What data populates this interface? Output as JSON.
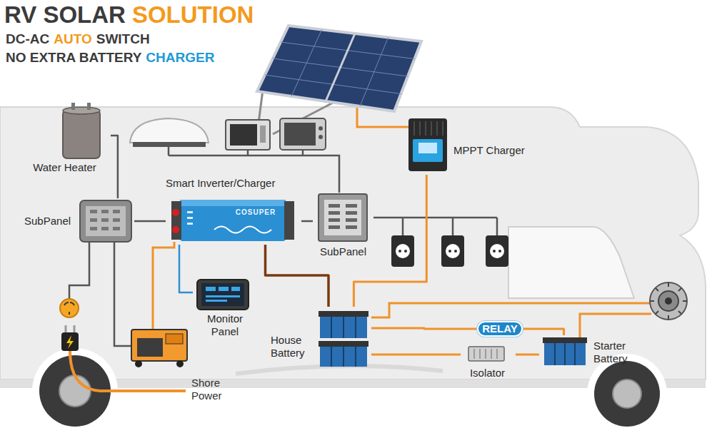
{
  "diagram": {
    "title": "RV SOLAR",
    "nodes": [
      {
        "text": [
          "Water Heater"
        ]
      },
      {
        "text": [
          "Smart Inverter/Charger",
          "COSUPER"
        ]
      },
      {
        "text": [
          "MPPT Charger"
        ]
      },
      {
        "text": [
          "SubPanel"
        ]
      },
      {
        "text": [
          "SubPanel"
        ]
      },
      {
        "text": [
          "Monitor Panel"
        ]
      },
      {
        "text": [
          "House Battery"
        ]
      },
      {
        "text": [
          "RELAY"
        ]
      },
      {
        "text": [
          "Isolator"
        ]
      },
      {
        "text": [
          "Starter Battery"
        ]
      }
    ],
    "edges": [
      {
        "from": 0,
        "to": 3,
        "arrow": "none"
      },
      {
        "from": 3,
        "to": 1,
        "arrow": "none"
      },
      {
        "from": 1,
        "to": 4,
        "arrow": "none"
      },
      {
        "from": 1,
        "to": 5,
        "arrow": "none"
      },
      {
        "from": 1,
        "to": 6,
        "arrow": "none"
      },
      {
        "from": 2,
        "to": 6,
        "arrow": "none"
      },
      {
        "from": 6,
        "to": 7,
        "arrow": "none"
      },
      {
        "from": 7,
        "to": 9,
        "arrow": "none"
      },
      {
        "from": 6,
        "to": 8,
        "arrow": "none"
      },
      {
        "from": 8,
        "to": 9,
        "arrow": "none"
      }
    ],
    "labels": [
      "SOLUTION",
      "DC-AC",
      "AUTO",
      "SWITCH",
      "NO EXTRA BATTERY",
      "CHARGER",
      "Shore Power"
    ]
  }
}
